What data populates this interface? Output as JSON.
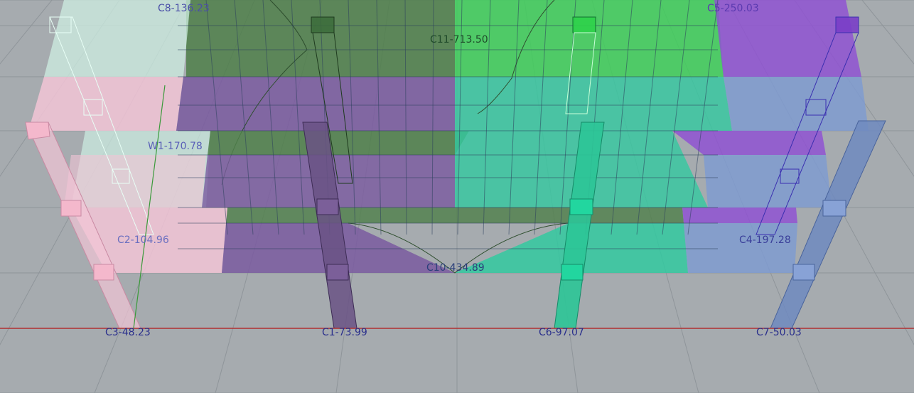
{
  "viewport": {
    "background_color": "#a6abaf",
    "grid_color": "#8f959a",
    "x_axis_color": "#b03030",
    "y_axis_color": "#3a9a3a",
    "label_color": "#2a2f8c"
  },
  "element_colors": {
    "pink": "#f2c4d6",
    "mint": "#cdeee2",
    "purple": "#7a5aa0",
    "dark_green": "#4f7f4a",
    "bright_green": "#3fcf5a",
    "teal": "#33c9a0",
    "violet": "#8f4ed4",
    "steel_blue": "#7f9bd0"
  },
  "labels": {
    "c8": "C8-136.23",
    "c11": "C11-713.50",
    "c5": "C5-250.03",
    "w1": "W1-170.78",
    "c2": "C2-104.96",
    "c4": "C4-197.28",
    "c10": "C10-434.89",
    "c3": "C3-48.23",
    "c1": "C1-73.99",
    "c6": "C6-97.07",
    "c7": "C7-50.03"
  }
}
